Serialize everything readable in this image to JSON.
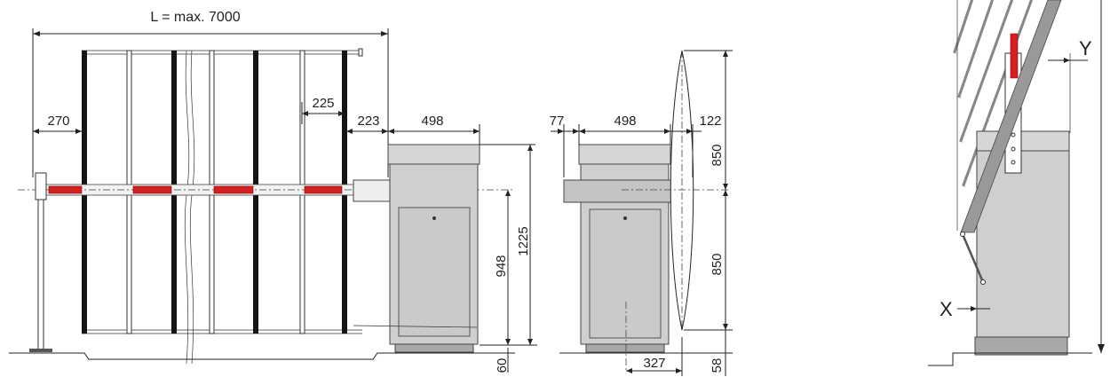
{
  "front_view": {
    "overall_length": "L = max. 7000",
    "dim_270": "270",
    "dim_225": "225",
    "dim_223": "223",
    "dim_498": "498",
    "dim_948": "948",
    "dim_1225": "1225",
    "dim_60": "60"
  },
  "side_view": {
    "dim_77": "77",
    "dim_498": "498",
    "dim_122": "122",
    "dim_850_top": "850",
    "dim_850_bottom": "850",
    "dim_58": "58",
    "dim_327": "327"
  },
  "detail_view": {
    "label_x": "X",
    "label_y": "Y"
  },
  "colors": {
    "housing": "#cfcfcf",
    "plinth": "#a8a8a8",
    "reflector": "#d32020",
    "rack_post": "#151515"
  }
}
